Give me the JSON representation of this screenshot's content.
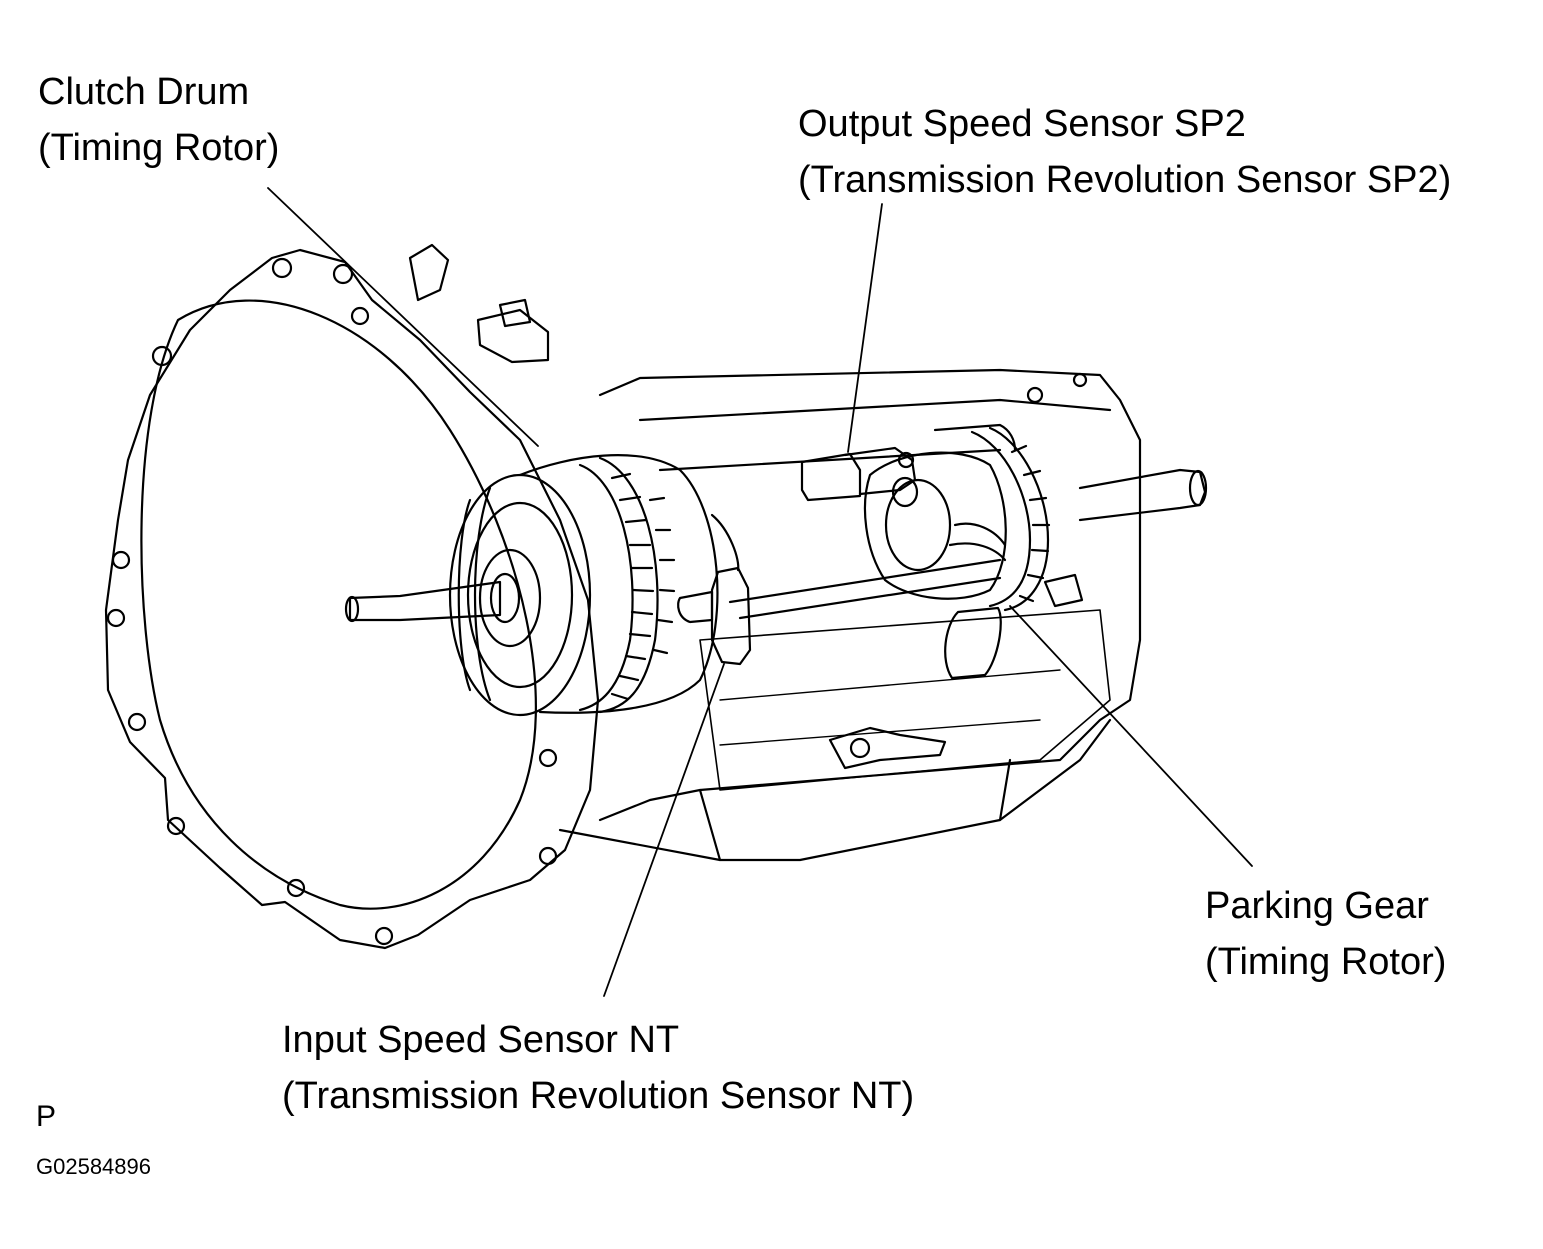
{
  "labels": {
    "clutch_drum": {
      "line1": "Clutch Drum",
      "line2": "(Timing Rotor)"
    },
    "output_speed_sensor": {
      "line1": "Output Speed Sensor SP2",
      "line2": "(Transmission Revolution Sensor SP2)"
    },
    "parking_gear": {
      "line1": "Parking Gear",
      "line2": "(Timing Rotor)"
    },
    "input_speed_sensor": {
      "line1": "Input Speed Sensor NT",
      "line2": "(Transmission Revolution Sensor NT)"
    }
  },
  "footer": {
    "marker": "P",
    "figure_id": "G02584896"
  },
  "colors": {
    "ink": "#000000",
    "paper": "#ffffff"
  }
}
